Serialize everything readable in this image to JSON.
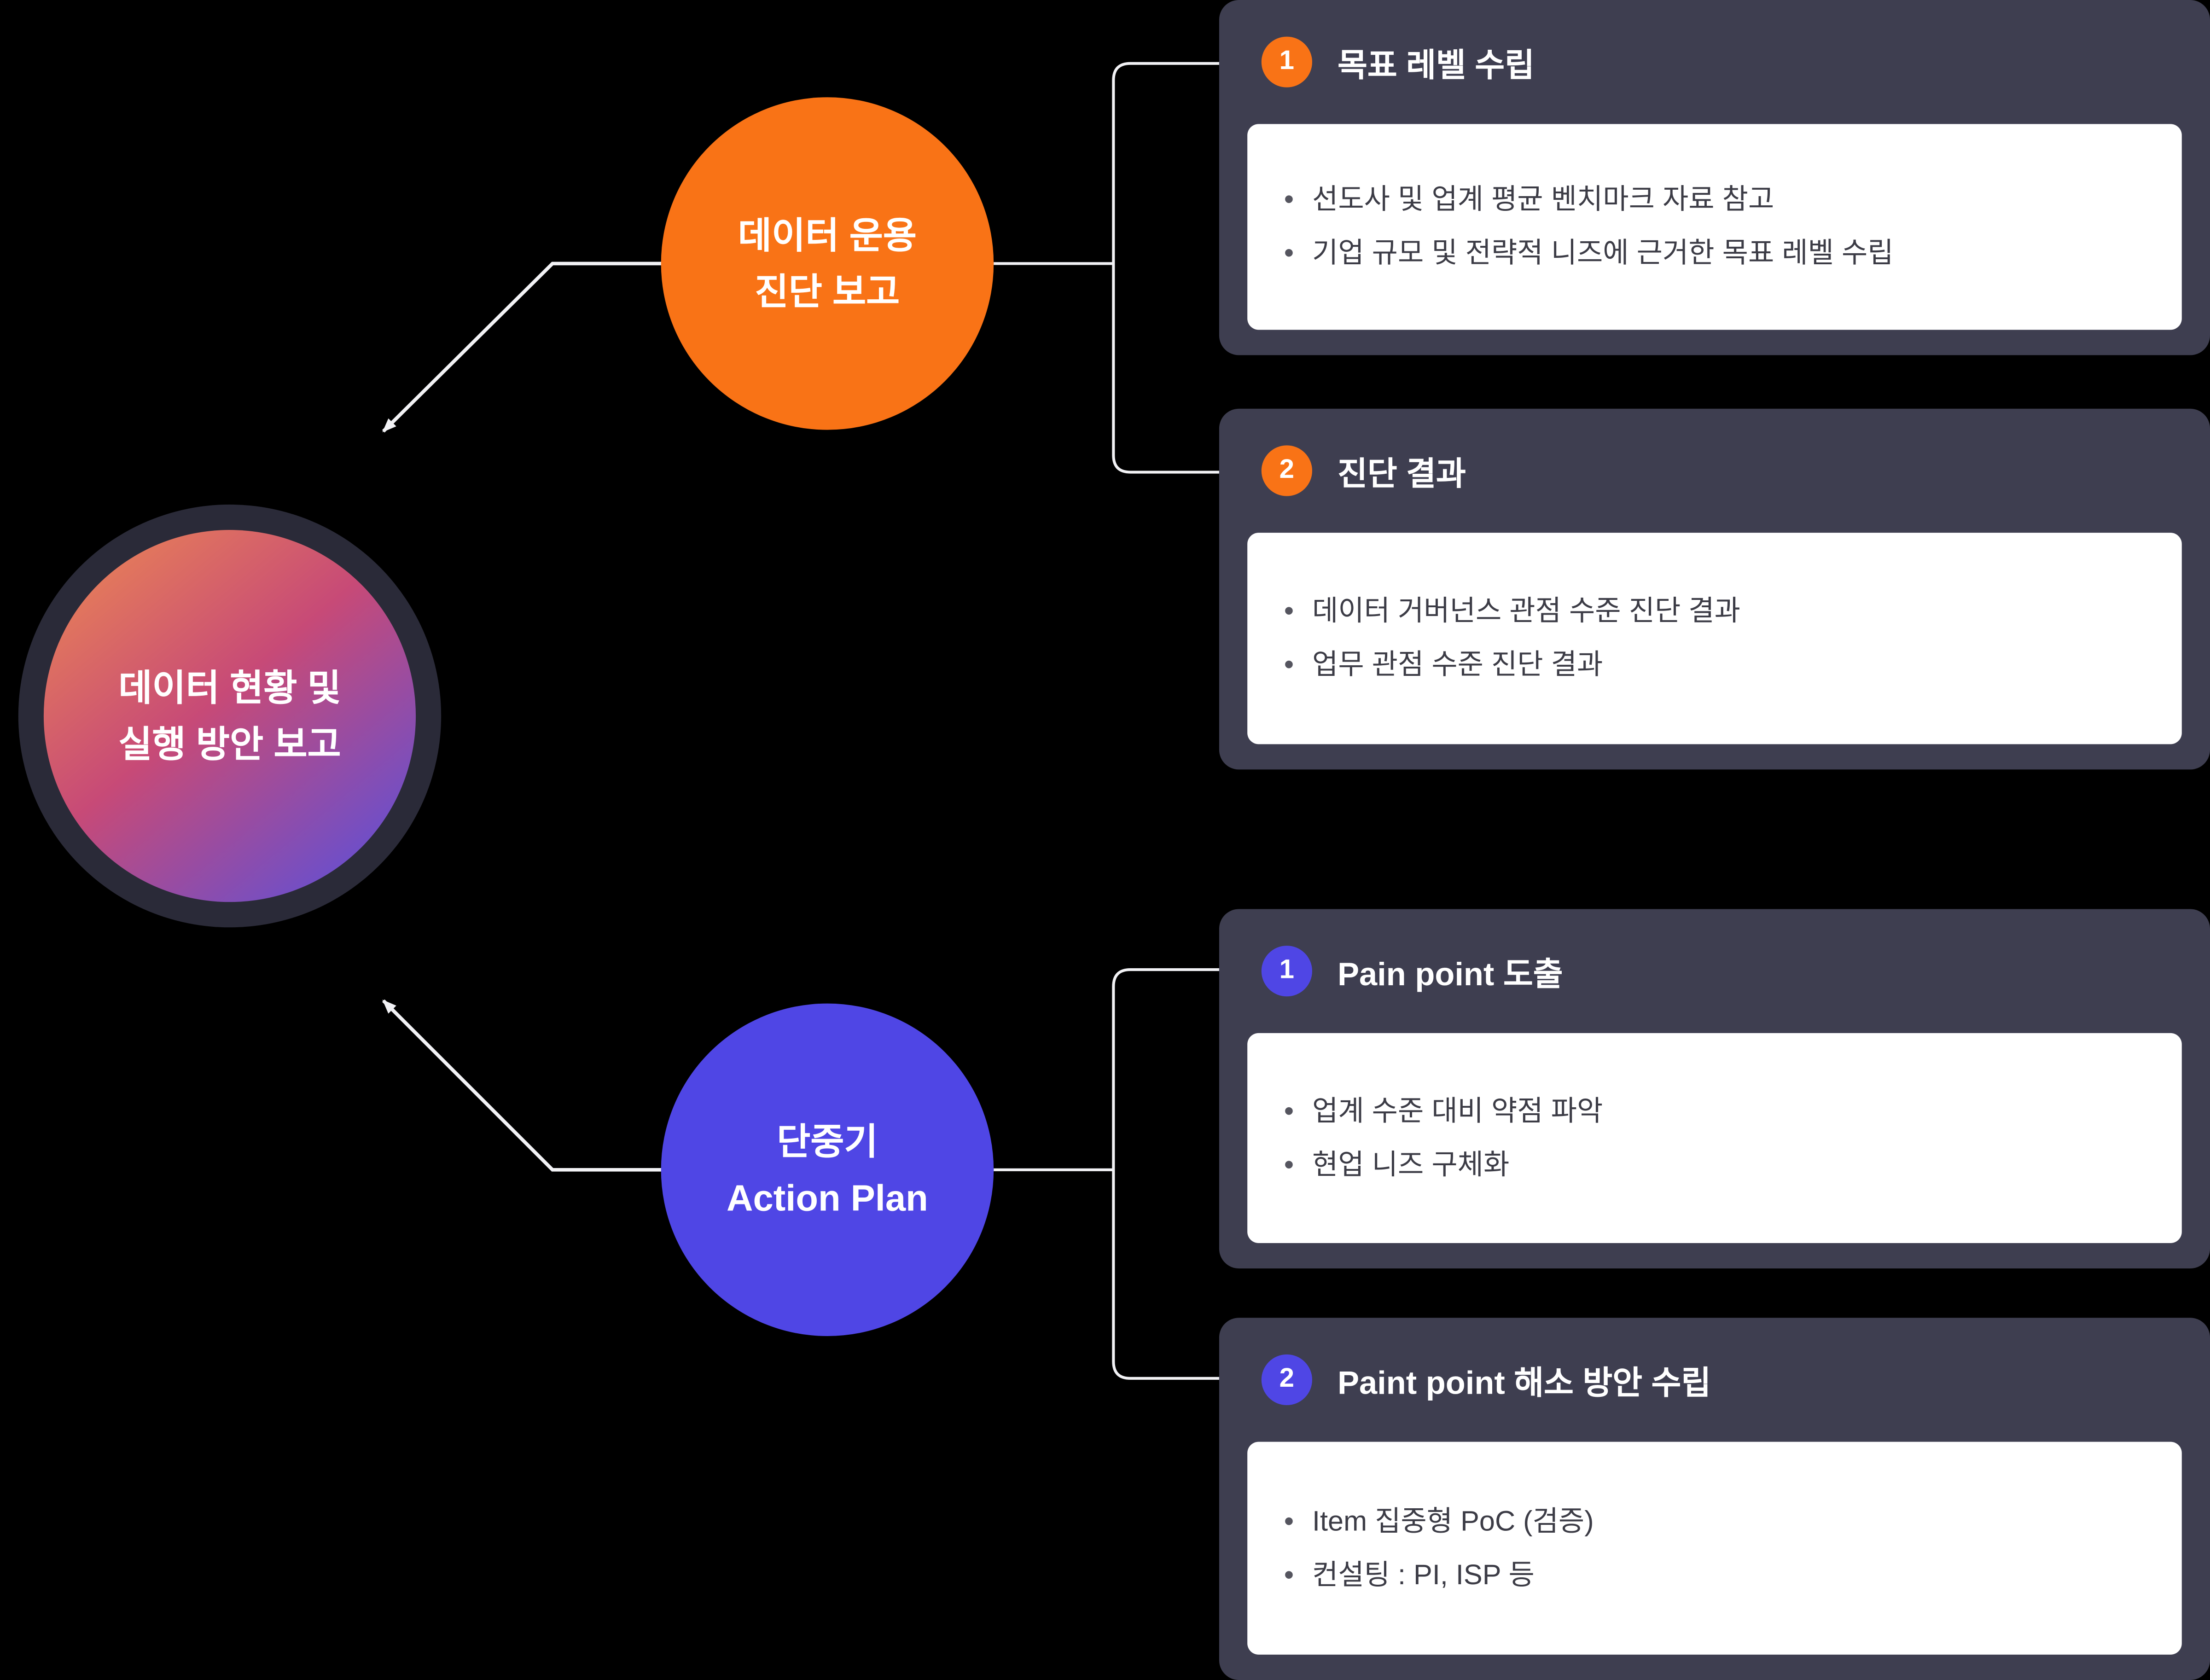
{
  "diagram": {
    "root": {
      "line1": "데이터 현황 및",
      "line2": "실행 방안 보고"
    },
    "branches": [
      {
        "id": "data-operation-diagnosis",
        "accent_color": "#f97316",
        "node": {
          "line1": "데이터 운용",
          "line2": "진단 보고"
        },
        "cards": [
          {
            "number": "1",
            "title": "목표 레벨 수립",
            "bullets": [
              "선도사 및 업계 평균 벤치마크 자료 참고",
              "기업 규모 및 전략적 니즈에 근거한 목표 레벨 수립"
            ]
          },
          {
            "number": "2",
            "title": "진단 결과",
            "bullets": [
              "데이터 거버넌스 관점 수준 진단 결과",
              "업무 관점 수준 진단 결과"
            ]
          }
        ]
      },
      {
        "id": "short-mid-term-action-plan",
        "accent_color": "#4f46e5",
        "node": {
          "line1": "단중기",
          "line2": "Action Plan"
        },
        "cards": [
          {
            "number": "1",
            "title": "Pain point 도출",
            "bullets": [
              "업계 수준 대비 약점 파악",
              "현업 니즈 구체화"
            ]
          },
          {
            "number": "2",
            "title": "Paint point 해소 방안 수립",
            "bullets": [
              "Item 집중형 PoC (검증)",
              "컨설팅 : PI, ISP 등"
            ]
          }
        ]
      }
    ],
    "style": {
      "background": "#000000",
      "card_background": "#3e3e50",
      "panel_background": "#ffffff",
      "connector_color": "#f2f2f5",
      "root_gradient": [
        "#ee8b51",
        "#c74a77",
        "#5150e3"
      ]
    }
  }
}
